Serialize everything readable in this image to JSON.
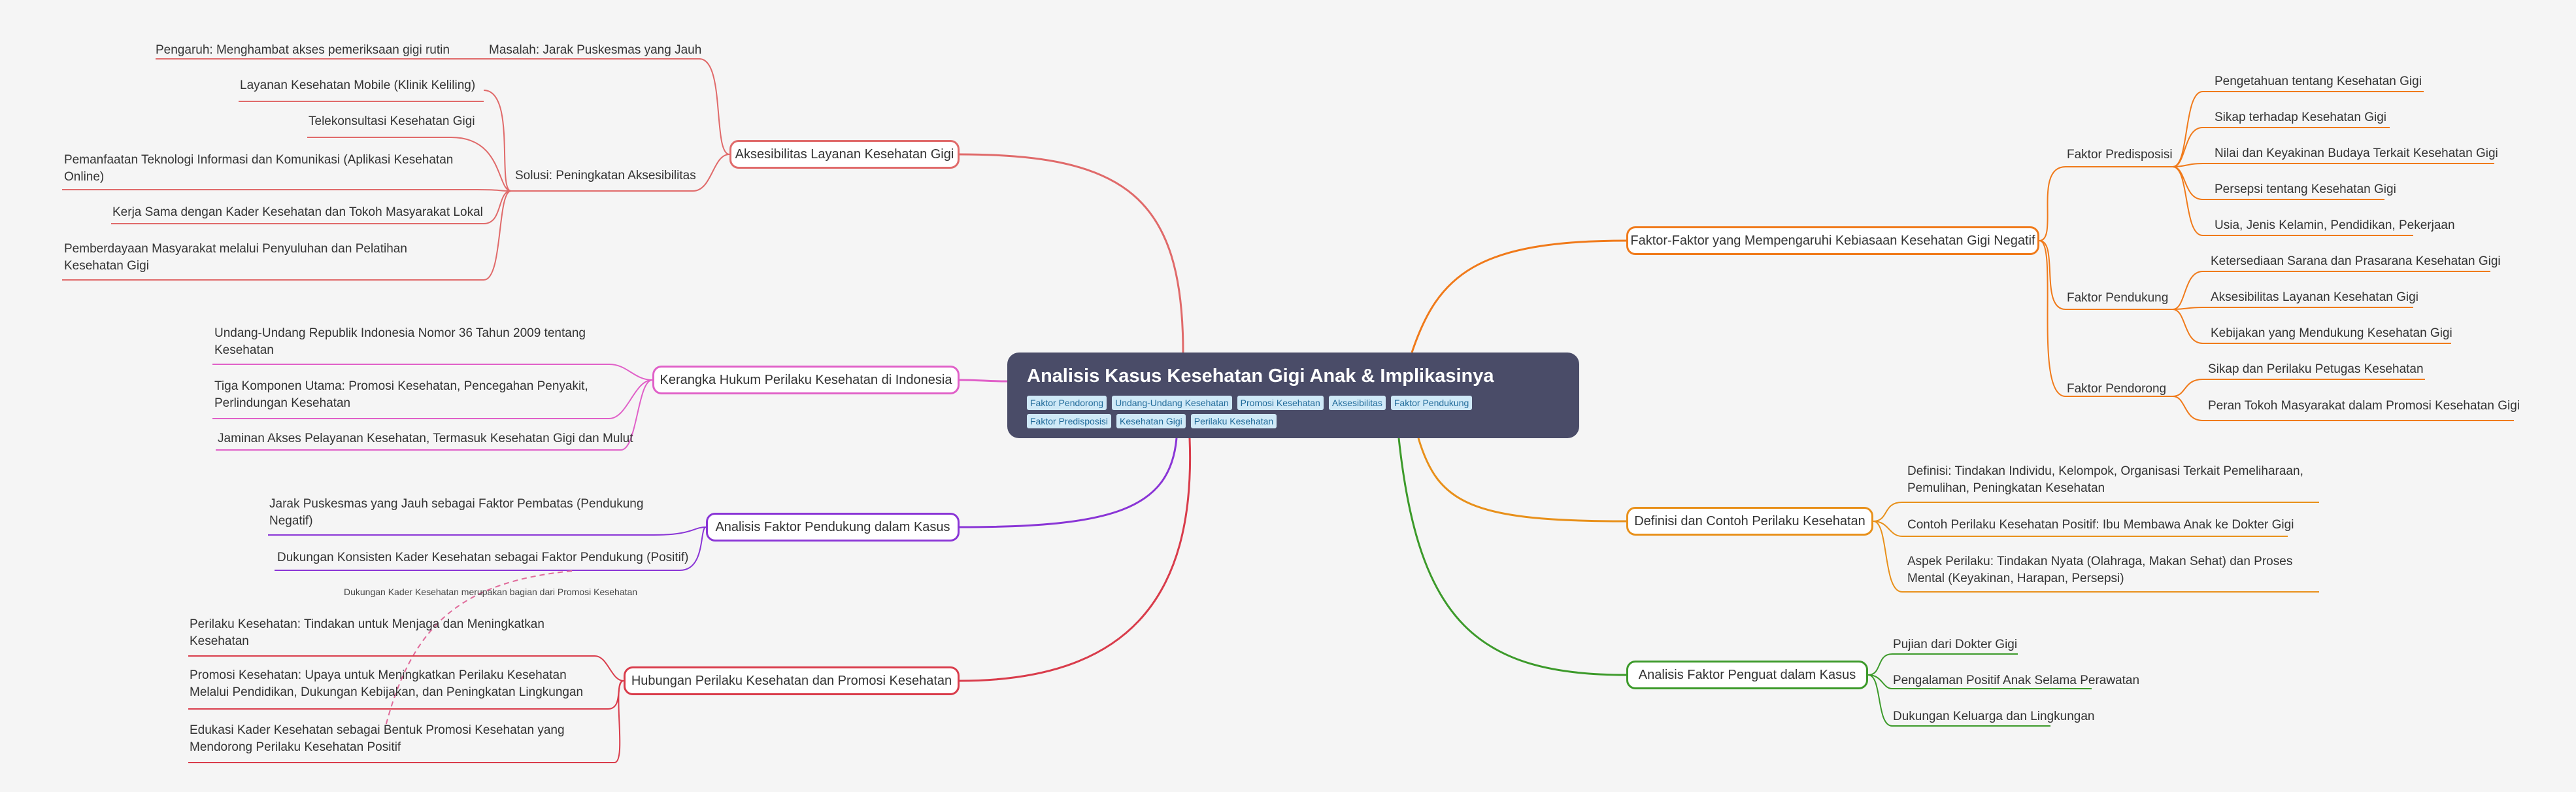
{
  "root": {
    "title": "Analisis Kasus Kesehatan Gigi Anak & Implikasinya",
    "tags": [
      "Faktor Pendorong",
      "Undang-Undang Kesehatan",
      "Promosi Kesehatan",
      "Aksesibilitas",
      "Faktor Pendukung",
      "Faktor Predisposisi",
      "Kesehatan Gigi",
      "Perilaku Kesehatan"
    ]
  },
  "branches": {
    "aksesibilitas": {
      "label": "Aksesibilitas Layanan Kesehatan Gigi",
      "color": "#e06a6a",
      "masalah": "Masalah: Jarak Puskesmas yang Jauh",
      "pengaruh": "Pengaruh: Menghambat akses pemeriksaan gigi rutin",
      "solusi": "Solusi: Peningkatan Aksesibilitas",
      "solusi_items": [
        "Layanan Kesehatan Mobile (Klinik Keliling)",
        "Telekonsultasi Kesehatan Gigi",
        "Pemanfaatan Teknologi Informasi dan Komunikasi (Aplikasi Kesehatan Online)",
        "Kerja Sama dengan Kader Kesehatan dan Tokoh Masyarakat Lokal",
        "Pemberdayaan Masyarakat melalui Penyuluhan dan Pelatihan Kesehatan Gigi"
      ]
    },
    "hukum": {
      "label": "Kerangka Hukum Perilaku Kesehatan di Indonesia",
      "color": "#e060c8",
      "items": [
        "Undang-Undang Republik Indonesia Nomor 36 Tahun 2009 tentang Kesehatan",
        "Tiga Komponen Utama: Promosi Kesehatan, Pencegahan Penyakit, Perlindungan Kesehatan",
        "Jaminan Akses Pelayanan Kesehatan, Termasuk Kesehatan Gigi dan Mulut"
      ]
    },
    "pendukung": {
      "label": "Analisis Faktor Pendukung dalam Kasus",
      "color": "#8a35d6",
      "items": [
        "Jarak Puskesmas yang Jauh sebagai Faktor Pembatas (Pendukung Negatif)",
        "Dukungan Konsisten Kader Kesehatan sebagai Faktor Pendukung (Positif)"
      ],
      "note": "Dukungan Kader Kesehatan merupakan bagian dari Promosi Kesehatan"
    },
    "hubungan": {
      "label": "Hubungan Perilaku Kesehatan dan Promosi Kesehatan",
      "color": "#d93c4b",
      "items": [
        "Perilaku Kesehatan: Tindakan untuk Menjaga dan Meningkatkan Kesehatan",
        "Promosi Kesehatan: Upaya untuk Meningkatkan Perilaku Kesehatan Melalui Pendidikan, Dukungan Kebijakan, dan Peningkatan Lingkungan",
        "Edukasi Kader Kesehatan sebagai Bentuk Promosi Kesehatan yang Mendorong Perilaku Kesehatan Positif"
      ]
    },
    "faktor": {
      "label": "Faktor-Faktor yang Mempengaruhi Kebiasaan Kesehatan Gigi Negatif",
      "color": "#f07a1a",
      "groups": [
        {
          "label": "Faktor Predisposisi",
          "items": [
            "Pengetahuan tentang Kesehatan Gigi",
            "Sikap terhadap Kesehatan Gigi",
            "Nilai dan Keyakinan Budaya Terkait Kesehatan Gigi",
            "Persepsi tentang Kesehatan Gigi",
            "Usia, Jenis Kelamin, Pendidikan, Pekerjaan"
          ]
        },
        {
          "label": "Faktor Pendukung",
          "items": [
            "Ketersediaan Sarana dan Prasarana Kesehatan Gigi",
            "Aksesibilitas Layanan Kesehatan Gigi",
            "Kebijakan yang Mendukung Kesehatan Gigi"
          ]
        },
        {
          "label": "Faktor Pendorong",
          "items": [
            "Sikap dan Perilaku Petugas Kesehatan",
            "Peran Tokoh Masyarakat dalam Promosi Kesehatan Gigi"
          ]
        }
      ]
    },
    "definisi": {
      "label": "Definisi dan Contoh Perilaku Kesehatan",
      "color": "#e8901a",
      "items": [
        "Definisi: Tindakan Individu, Kelompok, Organisasi Terkait Pemeliharaan, Pemulihan, Peningkatan Kesehatan",
        "Contoh Perilaku Kesehatan Positif: Ibu Membawa Anak ke Dokter Gigi",
        "Aspek Perilaku: Tindakan Nyata (Olahraga, Makan Sehat) dan Proses Mental (Keyakinan, Harapan, Persepsi)"
      ]
    },
    "penguat": {
      "label": "Analisis Faktor Penguat dalam Kasus",
      "color": "#3c9a2a",
      "items": [
        "Pujian dari Dokter Gigi",
        "Pengalaman Positif Anak Selama Perawatan",
        "Dukungan Keluarga dan Lingkungan"
      ]
    }
  }
}
